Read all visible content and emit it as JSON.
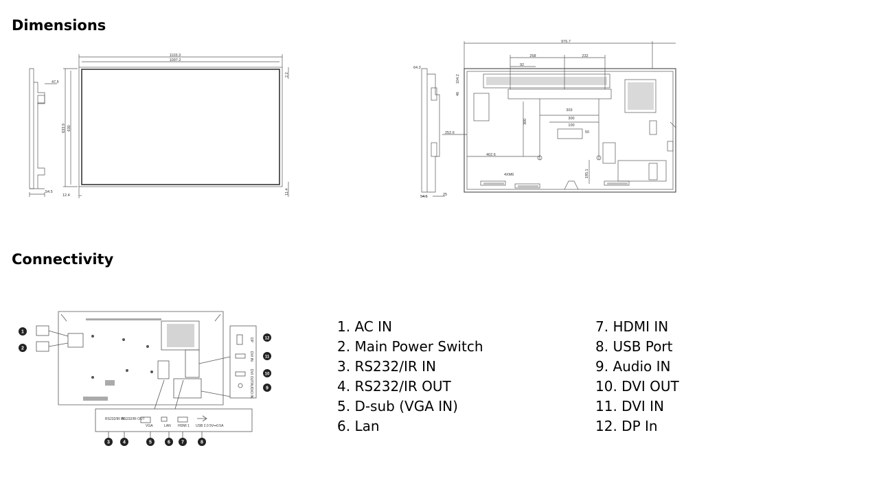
{
  "sections": {
    "dimensions_title": "Dimensions",
    "connectivity_title": "Connectivity"
  },
  "front_drawing": {
    "width_outer": "1103.3",
    "width_inner": "1097.2",
    "height_outer": "633.9",
    "height_inner": "630",
    "bezel_top": "2.2",
    "bezel_side": "12.4",
    "bezel_bottom": "11.4",
    "side_depth": "54.5",
    "side_mount": "47.5"
  },
  "rear_drawing": {
    "width_total": "976.7",
    "hole_span_a": "268",
    "hole_span_b": "232",
    "offset_a": "92",
    "offset_top": "46",
    "offset_top2": "104.2",
    "vesa_h": "303",
    "vesa_v": "300",
    "vesa_w2": "300",
    "small_w": "100",
    "small_h": "50",
    "left_offset": "252.6",
    "left_offset2": "402.6",
    "bottom_offset": "185.1",
    "screw_label": "4XM6",
    "side_top": "64.3",
    "side_depth": "54.5",
    "side_bottom": "25"
  },
  "port_panel": {
    "labels": [
      "RS232/IR IN",
      "RS232/IR OUT",
      "VGA",
      "LAN",
      "HDMI 1",
      "USB 2.0 5V⎓0.5A"
    ],
    "side_labels": [
      "DP",
      "DVI IN",
      "DVI OUT",
      "AUDIO IN"
    ],
    "numbers": [
      "1",
      "2",
      "3",
      "4",
      "5",
      "6",
      "7",
      "8",
      "9",
      "10",
      "11",
      "12"
    ]
  },
  "connections": {
    "left": [
      "1. AC IN",
      "2. Main Power Switch",
      "3. RS232/IR IN",
      "4. RS232/IR OUT",
      "5. D-sub (VGA IN)",
      "6. Lan"
    ],
    "right": [
      "7. HDMI IN",
      "8. USB Port",
      "9. Audio IN",
      "10. DVI OUT",
      "11. DVI IN",
      "12. DP In"
    ]
  }
}
